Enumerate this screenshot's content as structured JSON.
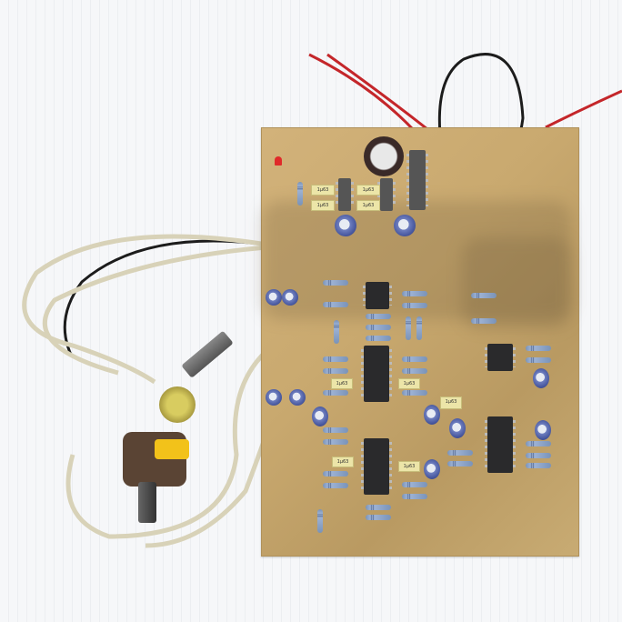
{
  "scene": {
    "subject": "Assembled audio amplifier PCB with two potentiometers and shielded cables",
    "background_color": "#f4f5f7",
    "board_color": "#c9a96f"
  },
  "components": {
    "film_capacitor_label": "1µ63",
    "ic_count": 5,
    "potentiometer_count": 2
  }
}
